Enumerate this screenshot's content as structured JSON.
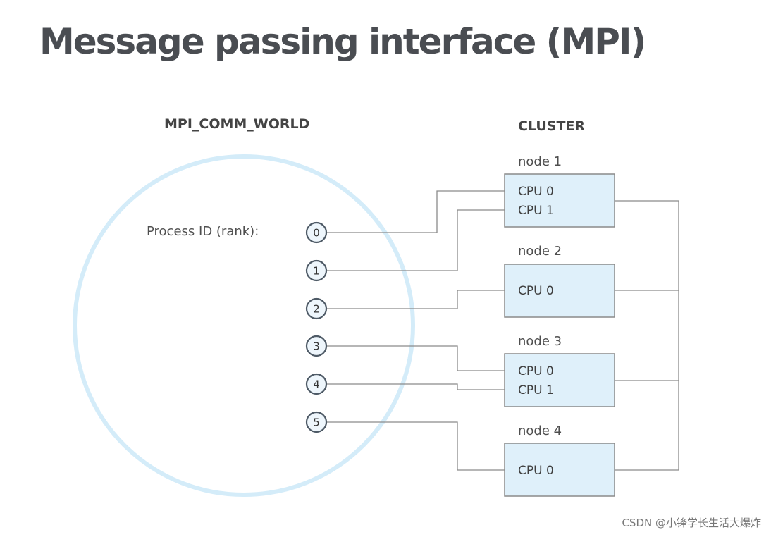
{
  "title": "Message passing interface (MPI)",
  "communicator": {
    "label": "MPI_COMM_WORLD",
    "process_id_label": "Process ID (rank):",
    "ranks": [
      "0",
      "1",
      "2",
      "3",
      "4",
      "5"
    ]
  },
  "cluster": {
    "label": "CLUSTER",
    "nodes": [
      {
        "name": "node 1",
        "cpus": [
          "CPU 0",
          "CPU 1"
        ]
      },
      {
        "name": "node 2",
        "cpus": [
          "CPU 0"
        ]
      },
      {
        "name": "node 3",
        "cpus": [
          "CPU 0",
          "CPU 1"
        ]
      },
      {
        "name": "node 4",
        "cpus": [
          "CPU 0"
        ]
      }
    ]
  },
  "connections": [
    {
      "rank": "0",
      "node": "node 1",
      "cpu": "CPU 0"
    },
    {
      "rank": "1",
      "node": "node 1",
      "cpu": "CPU 1"
    },
    {
      "rank": "2",
      "node": "node 2",
      "cpu": "CPU 0"
    },
    {
      "rank": "3",
      "node": "node 3",
      "cpu": "CPU 0"
    },
    {
      "rank": "4",
      "node": "node 3",
      "cpu": "CPU 1"
    },
    {
      "rank": "5",
      "node": "node 4",
      "cpu": "CPU 0"
    }
  ],
  "watermark": "CSDN @小锋学长生活大爆炸",
  "colors": {
    "ring": "#d4ecf9",
    "node_fill": "#dff0fa",
    "line": "#8a8a8a",
    "title": "#4a4d52"
  }
}
